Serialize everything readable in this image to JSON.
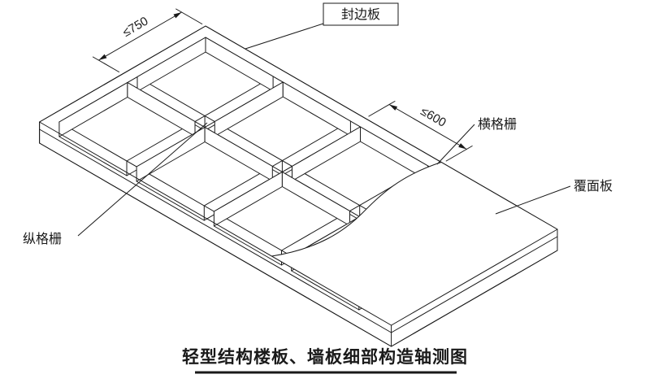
{
  "title": {
    "text": "轻型结构楼板、墙板细部构造轴测图"
  },
  "labels": {
    "edge_seal_board": "封边板",
    "transverse_joist": "横格栅",
    "cover_panel": "覆面板",
    "longitudinal_joist": "纵格栅"
  },
  "dimensions": {
    "joist_row_spacing": "≤750",
    "joist_spacing": "≤600"
  },
  "colors": {
    "line": "#1a1a1a",
    "background": "#ffffff"
  }
}
